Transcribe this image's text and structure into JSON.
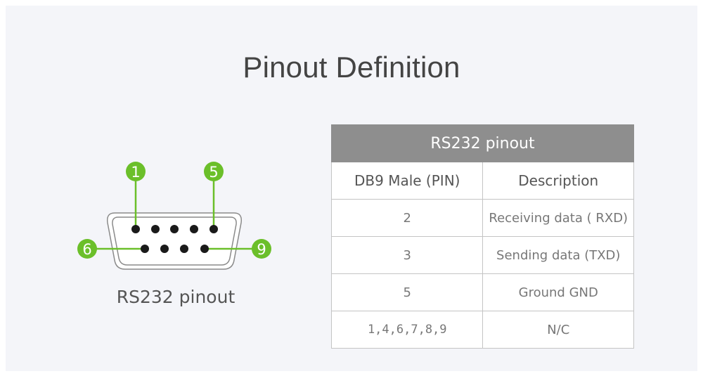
{
  "page": {
    "title": "Pinout Definition"
  },
  "connector": {
    "caption": "RS232 pinout",
    "callouts": {
      "pin_1": "1",
      "pin_5": "5",
      "pin_6": "6",
      "pin_9": "9"
    },
    "accent_color": "#6bbf2a"
  },
  "table": {
    "title": "RS232 pinout",
    "headers": [
      "DB9 Male (PIN)",
      "Description"
    ],
    "rows": [
      [
        "2",
        "Receiving data ( RXD)"
      ],
      [
        "3",
        "Sending data (TXD)"
      ],
      [
        "5",
        "Ground GND"
      ],
      [
        "1,4,6,7,8,9",
        "N/C"
      ]
    ]
  }
}
